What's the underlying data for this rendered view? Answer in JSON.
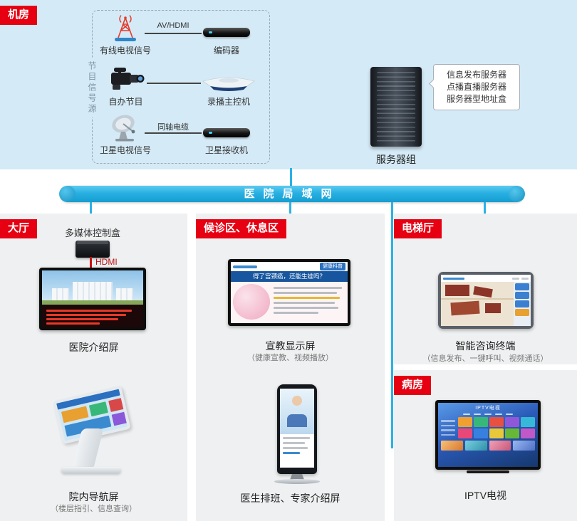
{
  "machine_room": {
    "tag": "机房",
    "signal_source_label": "节目信号源",
    "rows": [
      {
        "source": "有线电视信号",
        "link": "AV/HDMI",
        "device": "编码器"
      },
      {
        "source": "自办节目",
        "link": "",
        "device": "录播主控机"
      },
      {
        "source": "卫星电视信号",
        "link": "同轴电缆",
        "device": "卫星接收机"
      }
    ],
    "server": {
      "label": "服务器组",
      "callout": {
        "line1": "信息发布服务器",
        "line2": "点播直播服务器",
        "line3": "服务器型地址盒"
      }
    }
  },
  "network": {
    "label": "医院局域网"
  },
  "lobby": {
    "tag": "大厅",
    "control_box_label": "多媒体控制盒",
    "cable_label": "HDMI",
    "intro_screen": {
      "title": "医院介绍屏"
    },
    "nav_screen": {
      "title": "院内导航屏",
      "subtitle": "（楼层指引、信息查询）"
    }
  },
  "waiting_area": {
    "tag": "候诊区、休息区",
    "edu_screen": {
      "title": "宣教显示屏",
      "subtitle": "（健康宣教、视频播放）",
      "content": {
        "badge": "健康科普",
        "headline": "得了宫颈癌，还能生娃吗？"
      }
    },
    "doctor_screen": {
      "title": "医生排班、专家介绍屏"
    }
  },
  "elevator_hall": {
    "tag": "电梯厅",
    "terminal": {
      "title": "智能咨询终端",
      "subtitle": "（信息发布、一键呼叫、视频通话）"
    }
  },
  "ward": {
    "tag": "病房",
    "iptv": {
      "title": "IPTV电视",
      "content": {
        "header": "IPTV电视"
      }
    }
  },
  "colors": {
    "accent_red": "#e60012",
    "network_blue": "#29b0e2",
    "top_background": "#d4eaf6",
    "section_background": "#eef0f1"
  }
}
